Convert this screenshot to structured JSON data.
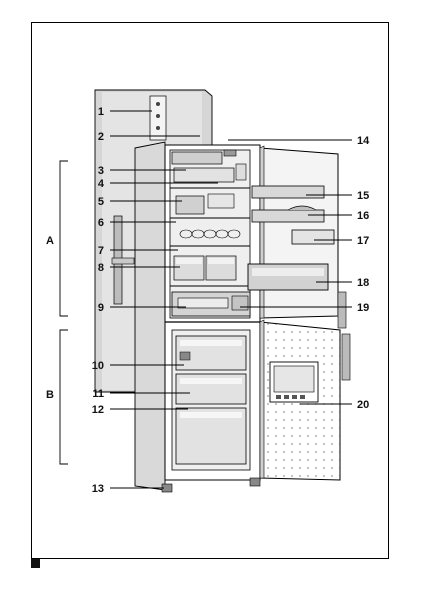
{
  "diagram": {
    "callouts_left": [
      "1",
      "2",
      "3",
      "4",
      "5",
      "6",
      "7",
      "8",
      "9",
      "10",
      "11",
      "12",
      "13"
    ],
    "callouts_right": [
      "14",
      "15",
      "16",
      "17",
      "18",
      "19",
      "20"
    ],
    "groups": [
      "A",
      "B"
    ]
  },
  "colors": {
    "line": "#000000",
    "shadow": "#bdbdbd",
    "door_dots": "#9a9a9a",
    "interior": "#efefef"
  }
}
